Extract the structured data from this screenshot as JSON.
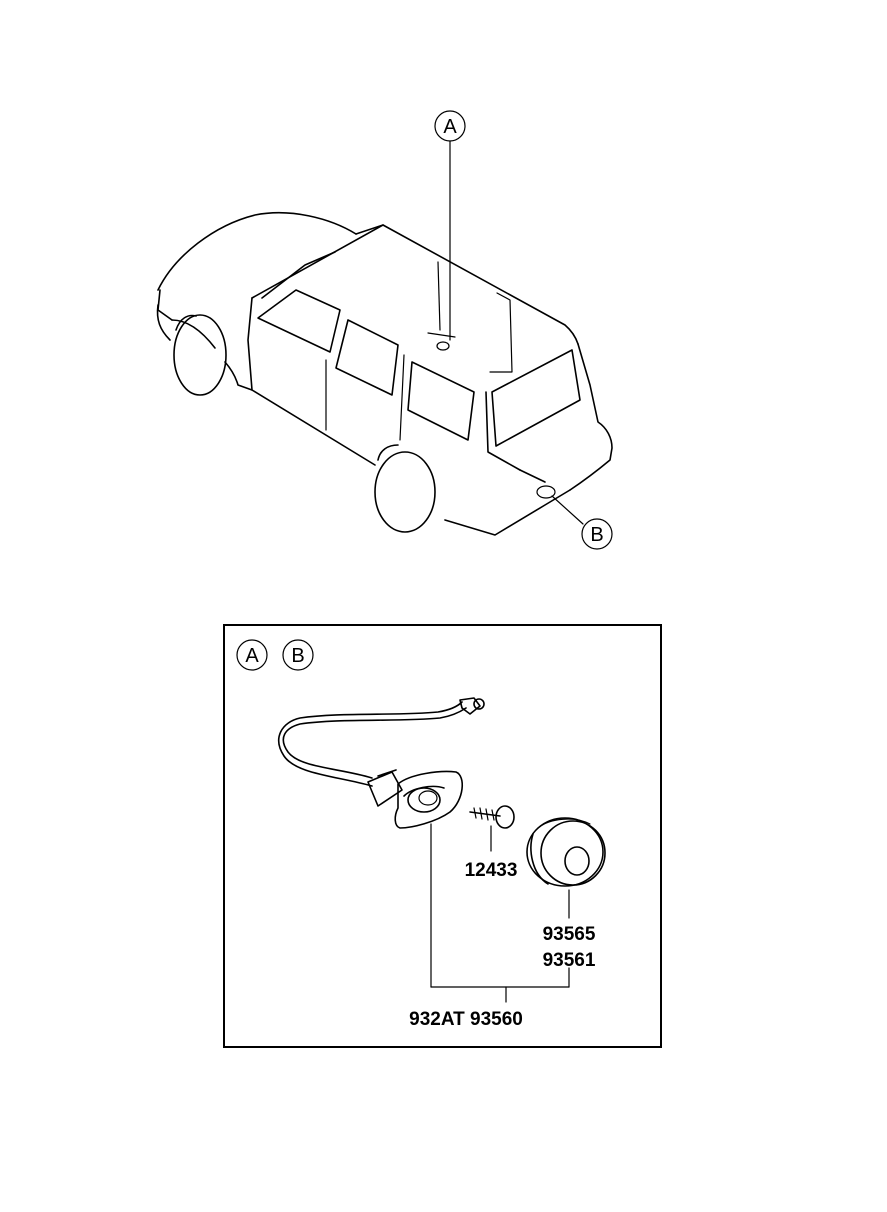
{
  "callouts": {
    "a": "A",
    "b": "B"
  },
  "detail_box": {
    "tags": [
      "A",
      "B"
    ]
  },
  "parts": {
    "screw": "12433",
    "lens_1": "93565",
    "lens_2": "93561",
    "assembly": "932AT 93560"
  }
}
